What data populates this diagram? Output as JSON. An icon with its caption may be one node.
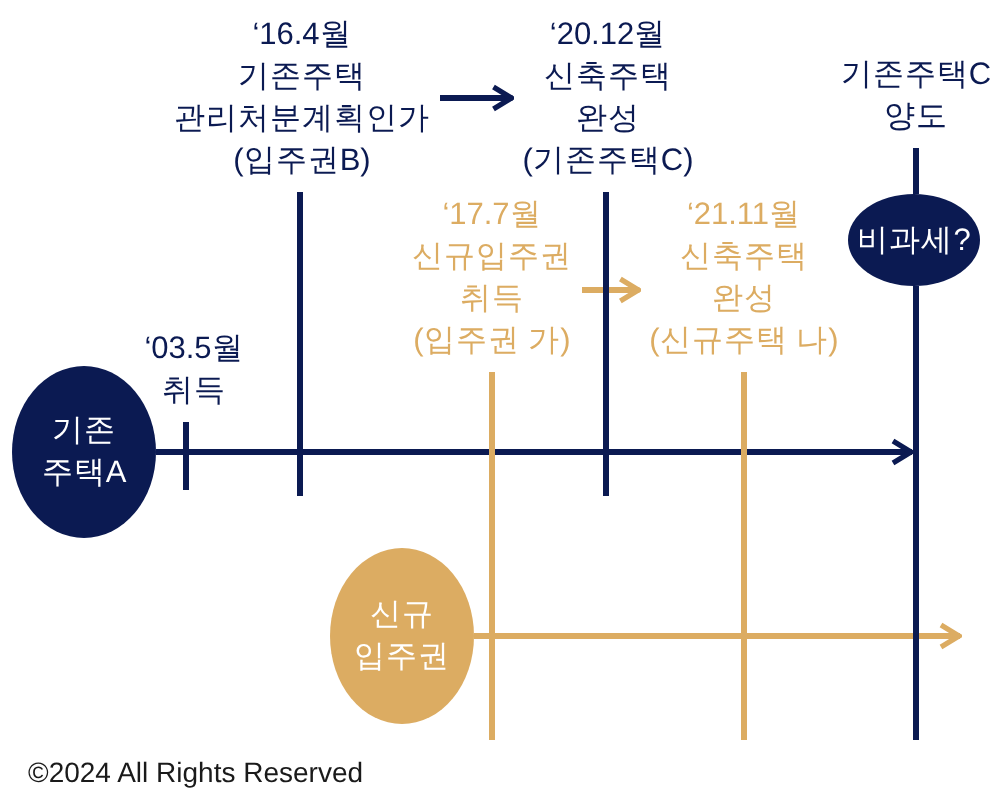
{
  "diagram": {
    "nodes": [
      {
        "text": [
          "‘16.4월 기존주택 관리처분계획인가 (입주권B)"
        ]
      },
      {
        "text": [
          "‘20.12월 신축주택 완성 (기존주택C)"
        ]
      },
      {
        "text": [
          "기존주택C 양도"
        ]
      },
      {
        "text": [
          "‘17.7월 신규입주권 취득 (입주권 가)"
        ]
      },
      {
        "text": [
          "‘21.11월 신축주택 완성 (신규주택 나)"
        ]
      },
      {
        "text": [
          "비과세?"
        ]
      },
      {
        "text": [
          "‘03.5월 취득"
        ]
      },
      {
        "text": [
          "기존 주택A"
        ]
      },
      {
        "text": [
          "신규 입주권"
        ]
      }
    ],
    "edges": [
      {
        "from": 0,
        "to": 1,
        "arrow": "to"
      },
      {
        "from": 3,
        "to": 4,
        "arrow": "to",
        "color": "#dcac62"
      },
      {
        "from": 7,
        "to": null,
        "arrow": "to"
      },
      {
        "from": 8,
        "to": null,
        "arrow": "to",
        "color": "#dcac62"
      },
      {
        "from": 6,
        "to": null,
        "arrow": "none"
      },
      {
        "from": 0,
        "to": null,
        "arrow": "none"
      },
      {
        "from": 1,
        "to": null,
        "arrow": "none"
      },
      {
        "from": 3,
        "to": null,
        "arrow": "none",
        "color": "#dcac62"
      },
      {
        "from": 4,
        "to": null,
        "arrow": "none",
        "color": "#dcac62"
      },
      {
        "from": 2,
        "to": 5,
        "arrow": "none"
      },
      {
        "from": 5,
        "to": null,
        "arrow": "none"
      }
    ],
    "labels": [
      "©2024 All Rights Reserved"
    ]
  }
}
